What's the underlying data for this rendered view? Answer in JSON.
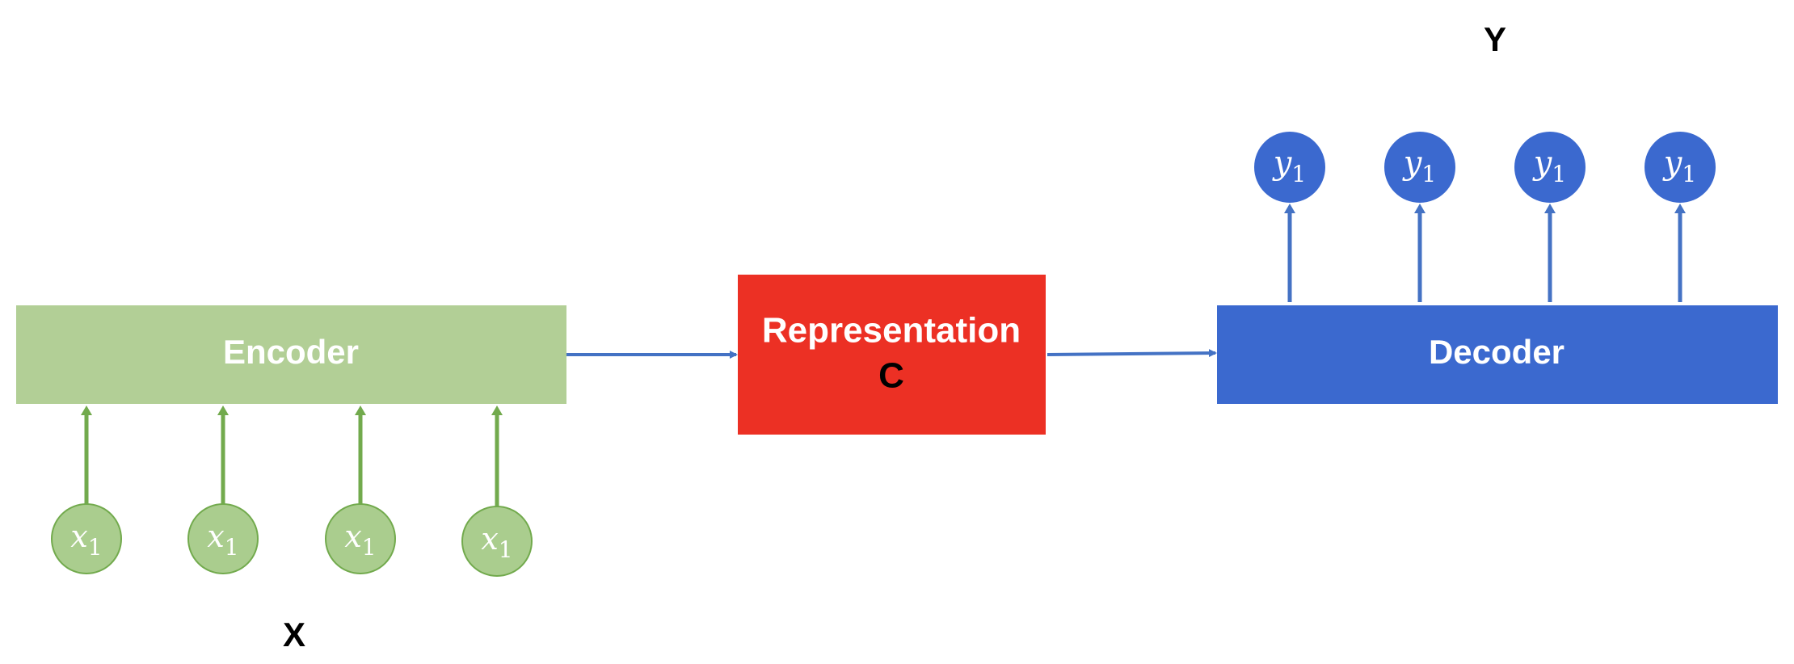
{
  "encoder": {
    "label": "Encoder",
    "color": "#b2cf96"
  },
  "representation": {
    "label": "Representation",
    "symbol": "C",
    "color": "#ec3024"
  },
  "decoder": {
    "label": "Decoder",
    "color": "#3b69cf"
  },
  "inputs": {
    "group_label": "X",
    "node_color": "#aacd8e",
    "arrow_color": "#72aa4d",
    "nodes": [
      {
        "var": "x",
        "sub": "1"
      },
      {
        "var": "x",
        "sub": "1"
      },
      {
        "var": "x",
        "sub": "1"
      },
      {
        "var": "x",
        "sub": "1"
      }
    ]
  },
  "outputs": {
    "group_label": "Y",
    "node_color": "#3b69cf",
    "arrow_color": "#4472c4",
    "nodes": [
      {
        "var": "y",
        "sub": "1"
      },
      {
        "var": "y",
        "sub": "1"
      },
      {
        "var": "y",
        "sub": "1"
      },
      {
        "var": "y",
        "sub": "1"
      }
    ]
  },
  "flow_arrow_color": "#4472c4"
}
